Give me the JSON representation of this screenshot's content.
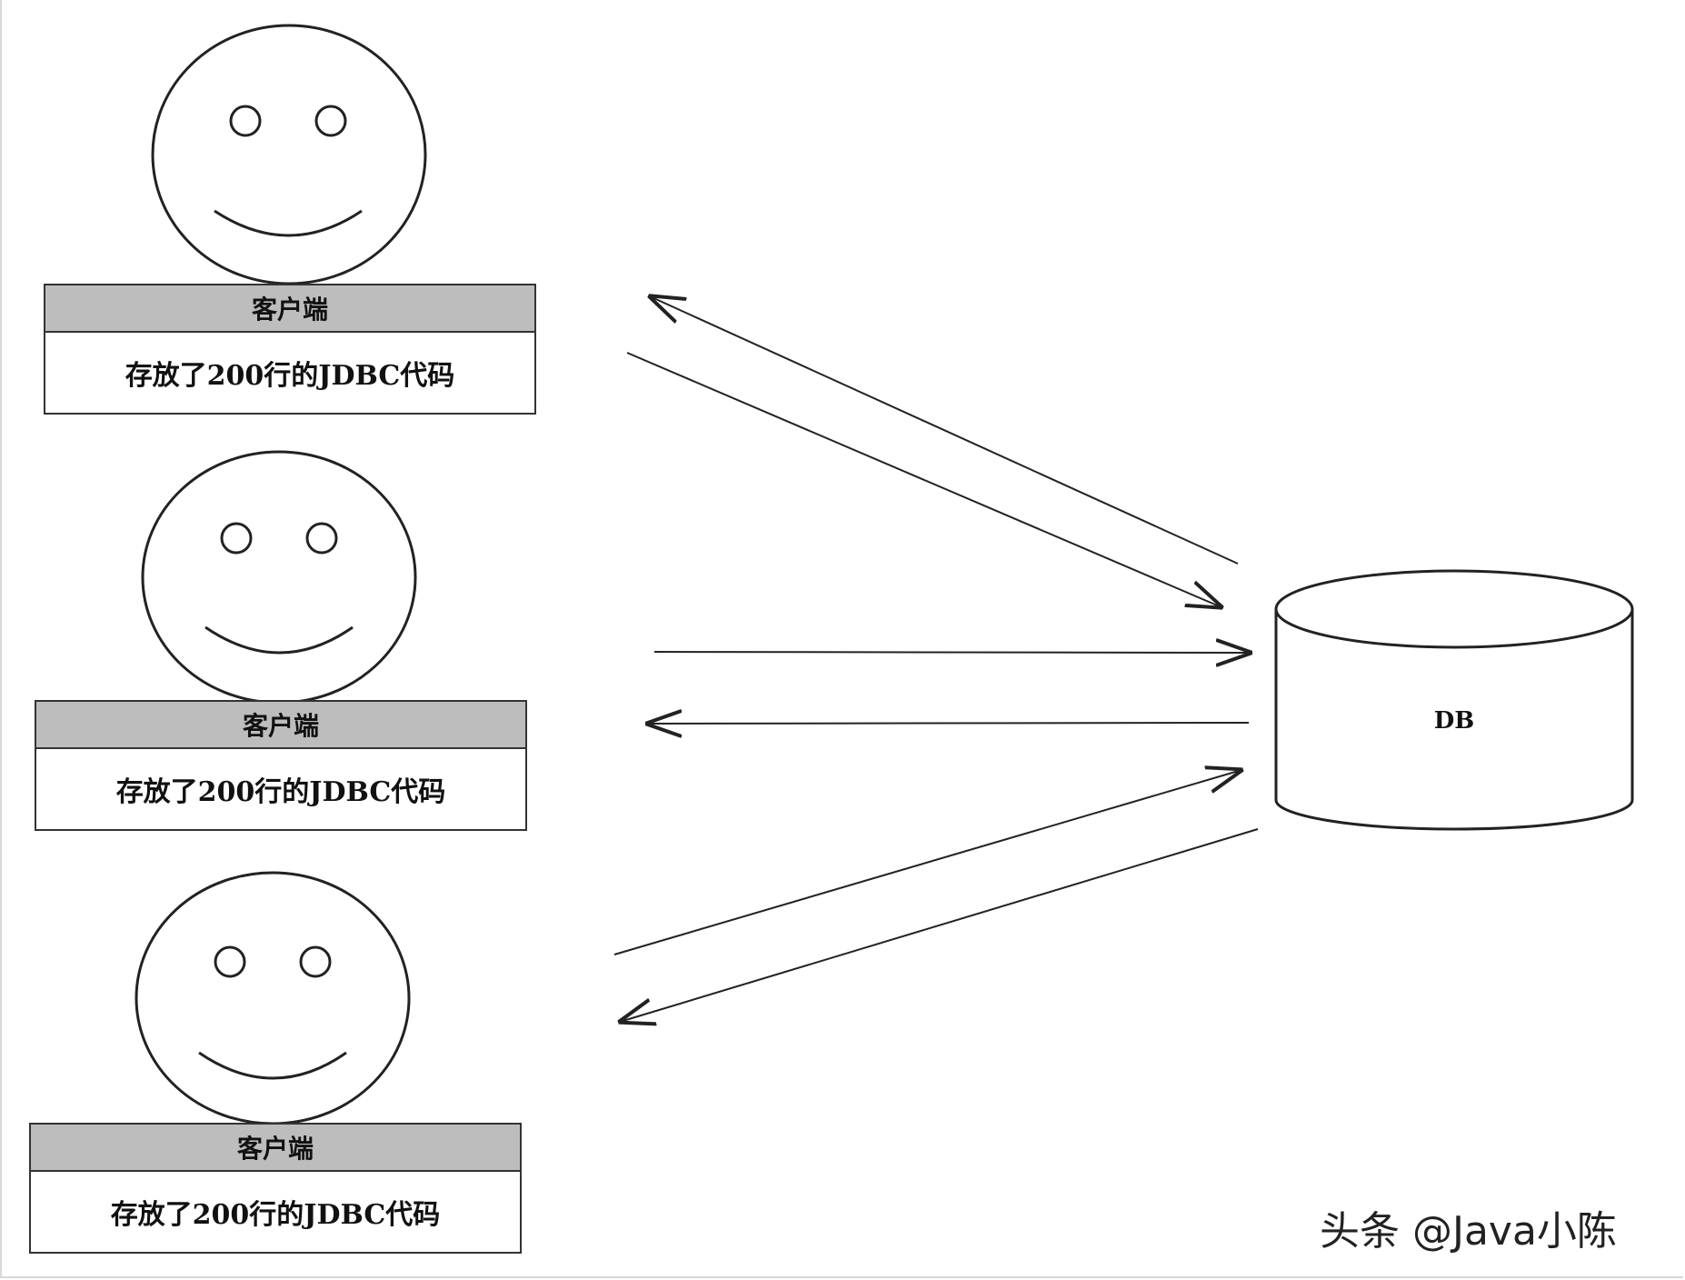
{
  "clients": [
    {
      "title": "客户端",
      "content": "存放了200行的JDBC代码"
    },
    {
      "title": "客户端",
      "content": "存放了200行的JDBC代码"
    },
    {
      "title": "客户端",
      "content": "存放了200行的JDBC代码"
    }
  ],
  "database": {
    "label": "DB"
  },
  "watermark": "头条 @Java小陈",
  "colors": {
    "line": "#222222",
    "title_bar": "#bdbdbd",
    "border": "#333333"
  }
}
